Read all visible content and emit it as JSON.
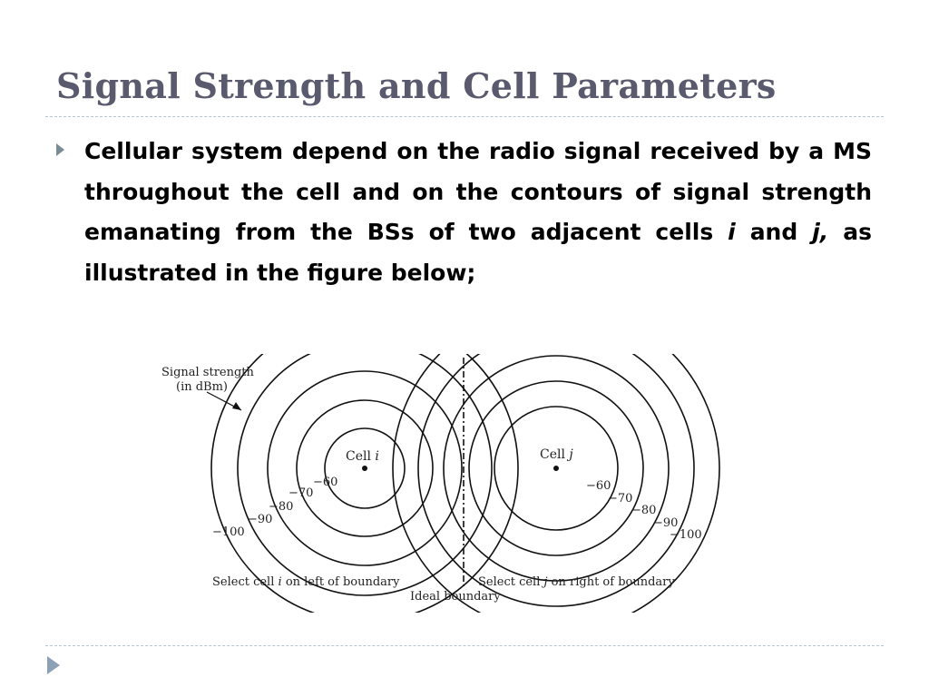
{
  "slide": {
    "title": "Signal Strength and Cell Parameters",
    "bullet_icon": "triangle-right-icon",
    "paragraph": {
      "part1": "Cellular system depend on the radio signal received by a MS throughout the cell and on the contours of signal strength emanating from the BSs of two adjacent cells ",
      "cell_i": "i",
      "and": " and ",
      "cell_j": "j,",
      "part2": " as illustrated in the figure below;"
    }
  },
  "figure": {
    "signal_strength_label": "Signal strength",
    "signal_unit_label": "(in dBm)",
    "cell_i_label": "Cell",
    "cell_i_letter": "i",
    "cell_j_label": "Cell",
    "cell_j_letter": "j",
    "contour_values_left": [
      "−60",
      "−70",
      "−80",
      "−90",
      "−100"
    ],
    "contour_values_right": [
      "−60",
      "−70",
      "−80",
      "−90",
      "−100"
    ],
    "left_caption_pre": "Select cell ",
    "left_caption_letter": "i",
    "left_caption_post": " on left of boundary",
    "right_caption_pre": "Select cell ",
    "right_caption_letter": "j",
    "right_caption_post": " on right of boundary",
    "boundary_label": "Ideal boundary"
  },
  "footer": {
    "nav_icon": "triangle-right-icon",
    "nav_color": "#8ea0b6"
  }
}
